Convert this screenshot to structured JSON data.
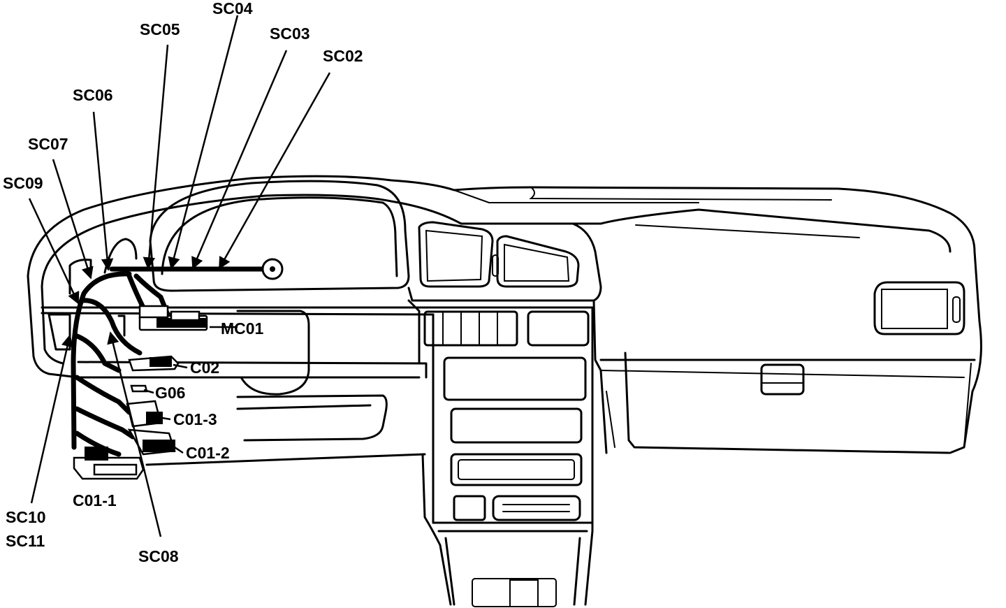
{
  "diagram": {
    "labels": {
      "sc04": "SC04",
      "sc05": "SC05",
      "sc03": "SC03",
      "sc02": "SC02",
      "sc06": "SC06",
      "sc07": "SC07",
      "sc09": "SC09",
      "mc01": "MC01",
      "c02": "C02",
      "g06": "G06",
      "c01_3": "C01-3",
      "c01_2": "C01-2",
      "c01_1": "C01-1",
      "sc10": "SC10",
      "sc11": "SC11",
      "sc08": "SC08"
    }
  }
}
